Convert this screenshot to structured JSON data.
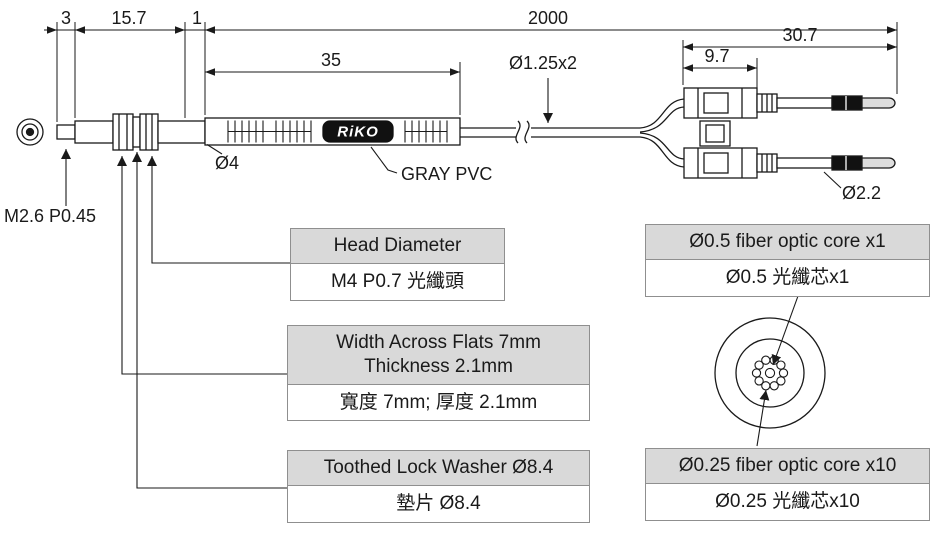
{
  "colors": {
    "line": "#1a1a1a",
    "callout_header_bg": "#d9d9d9",
    "callout_border": "#8f8f8f"
  },
  "logo": "RiKO",
  "dims": {
    "left_stub": "3",
    "body": "15.7",
    "washer_gap": "1",
    "cable": "2000",
    "sleeve": "35",
    "connector": "30.7",
    "connector_body": "9.7",
    "cable_dia": "Ø1.25x2",
    "head_dia": "Ø4",
    "tip_dia": "Ø2.2",
    "thread": "M2.6 P0.45",
    "jacket": "GRAY PVC"
  },
  "callouts": {
    "head": {
      "title": "Head Diameter",
      "value": "M4 P0.7 光纖頭"
    },
    "flats": {
      "title_line1": "Width Across Flats 7mm",
      "title_line2": "Thickness 2.1mm",
      "value": "寬度 7mm; 厚度 2.1mm"
    },
    "washer": {
      "title": "Toothed Lock Washer Ø8.4",
      "value": "墊片 Ø8.4"
    },
    "core_center": {
      "title": "Ø0.5 fiber optic core x1",
      "value": "Ø0.5 光纖芯x1"
    },
    "core_ring": {
      "title": "Ø0.25 fiber optic core x10",
      "value": "Ø0.25 光纖芯x10"
    }
  }
}
